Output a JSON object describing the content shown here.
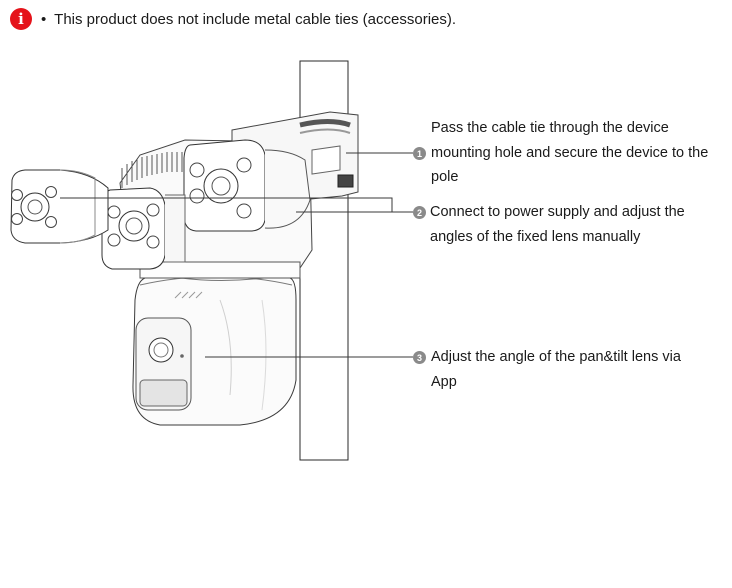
{
  "notice": {
    "icon": "info-icon",
    "icon_glyph": "i",
    "icon_color": "#e5131a",
    "bullet": "•",
    "text": "This product does not include metal cable ties (accessories)."
  },
  "callouts": [
    {
      "number": "1",
      "text": "Pass the cable tie through the device mounting hole and secure the device to the pole"
    },
    {
      "number": "2",
      "text": "Connect to power supply and adjust the angles of the fixed lens manually"
    },
    {
      "number": "3",
      "text": "Adjust the angle of the pan&tilt lens via App"
    }
  ]
}
